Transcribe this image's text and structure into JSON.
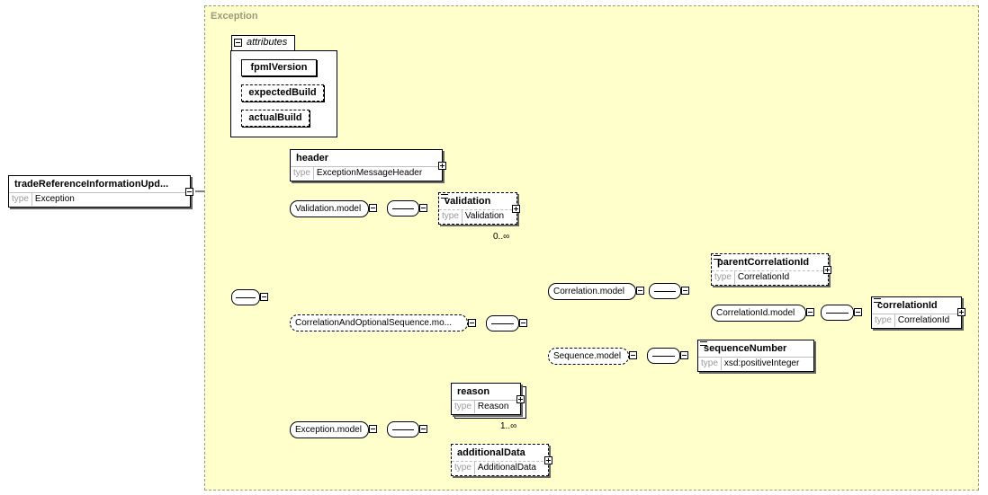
{
  "root_element": {
    "name": "tradeReferenceInformationUpd...",
    "type_key": "type",
    "type_value": "Exception"
  },
  "complex_type": {
    "title": "Exception"
  },
  "attributes": {
    "tab_label": "attributes",
    "items": [
      {
        "name": "fpmlVersion",
        "optional": false
      },
      {
        "name": "expectedBuild",
        "optional": true
      },
      {
        "name": "actualBuild",
        "optional": true
      }
    ]
  },
  "elements": {
    "header": {
      "name": "header",
      "type_key": "type",
      "type_value": "ExceptionMessageHeader"
    },
    "validation": {
      "name": "validation",
      "type_key": "type",
      "type_value": "Validation",
      "cardinality": "0..∞"
    },
    "parentCorrelationId": {
      "name": "parentCorrelationId",
      "type_key": "type",
      "type_value": "CorrelationId"
    },
    "correlationId": {
      "name": "correlationId",
      "type_key": "type",
      "type_value": "CorrelationId"
    },
    "sequenceNumber": {
      "name": "sequenceNumber",
      "type_key": "type",
      "type_value": "xsd:positiveInteger"
    },
    "reason": {
      "name": "reason",
      "type_key": "type",
      "type_value": "Reason",
      "cardinality": "1..∞"
    },
    "additionalData": {
      "name": "additionalData",
      "type_key": "type",
      "type_value": "AdditionalData"
    }
  },
  "groups": {
    "validation_model": "Validation.model",
    "correlation_optional_sequence": "CorrelationAndOptionalSequence.mo...",
    "correlation_model": "Correlation.model",
    "correlation_id_model": "CorrelationId.model",
    "sequence_model": "Sequence.model",
    "exception_model": "Exception.model"
  },
  "colors": {
    "region_fill": "#ffffcc",
    "region_border": "#9a9a7a",
    "type_key": "#999999"
  }
}
